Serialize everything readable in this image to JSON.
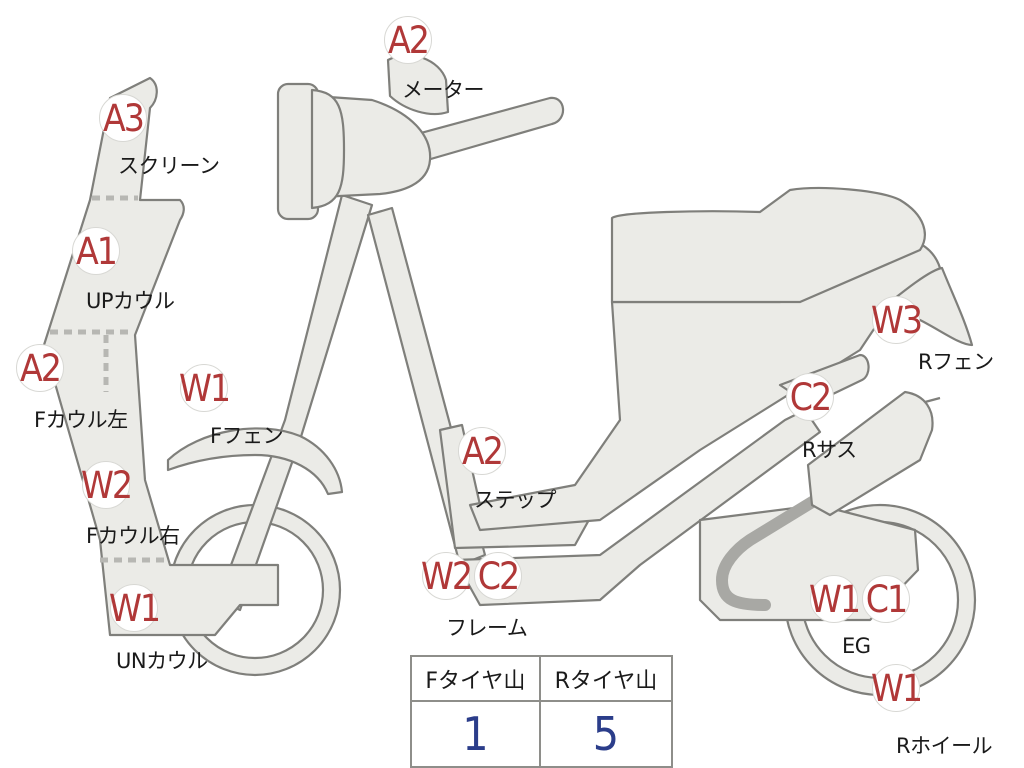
{
  "parts": [
    {
      "id": "screen",
      "code": "A3",
      "label": "スクリーン"
    },
    {
      "id": "up-cowl",
      "code": "A1",
      "label": "UPカウル"
    },
    {
      "id": "f-cowl-left",
      "code": "A2",
      "label": "Fカウル左"
    },
    {
      "id": "f-cowl-right",
      "code": "W2",
      "label": "Fカウル右"
    },
    {
      "id": "un-cowl",
      "code": "W1",
      "label": "UNカウル"
    },
    {
      "id": "meter",
      "code": "A2",
      "label": "メーター"
    },
    {
      "id": "f-fender",
      "code": "W1",
      "label": "Fフェン"
    },
    {
      "id": "step",
      "code": "A2",
      "label": "ステップ"
    },
    {
      "id": "frame",
      "codes": [
        "W2",
        "C2"
      ],
      "label": "フレーム"
    },
    {
      "id": "r-fender",
      "code": "W3",
      "label": "Rフェン"
    },
    {
      "id": "r-sus",
      "code": "C2",
      "label": "Rサス"
    },
    {
      "id": "engine",
      "codes": [
        "W1",
        "C1"
      ],
      "label": "EG"
    },
    {
      "id": "r-wheel",
      "code": "W1",
      "label": "Rホイール"
    }
  ],
  "tire_table": {
    "headers": [
      "Fタイヤ山",
      "Rタイヤ山"
    ],
    "values": [
      "1",
      "5"
    ]
  },
  "colors": {
    "part_fill": "#ebebe7",
    "outline": "#7f7f7b",
    "code_text": "#b03838",
    "value_text": "#2b3d8a"
  }
}
